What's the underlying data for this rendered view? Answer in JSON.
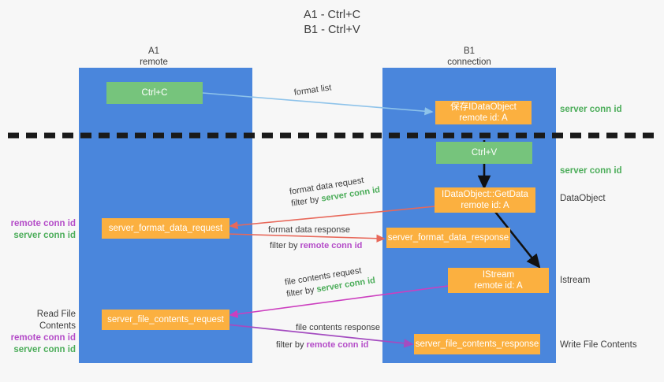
{
  "title": {
    "line1": "A1 - Ctrl+C",
    "line2": "B1 - Ctrl+V"
  },
  "lanes": [
    {
      "id": "a1",
      "name": "A1",
      "sub": "remote"
    },
    {
      "id": "b1",
      "name": "B1",
      "sub": "connection"
    }
  ],
  "nodes": [
    {
      "id": "ctrl-c",
      "label1": "Ctrl+C",
      "label2": "",
      "color": "green"
    },
    {
      "id": "idataobject-save",
      "label1": "保存IDataObject",
      "label2": "remote id: A",
      "color": "orange"
    },
    {
      "id": "ctrl-v",
      "label1": "Ctrl+V",
      "label2": "",
      "color": "green"
    },
    {
      "id": "idataobject-getdata",
      "label1": "IDataObject::GetData",
      "label2": "remote id: A",
      "color": "orange"
    },
    {
      "id": "server-format-data-request",
      "label1": "server_format_data_request",
      "label2": "",
      "color": "orange"
    },
    {
      "id": "server-format-data-response",
      "label1": "server_format_data_response",
      "label2": "",
      "color": "orange"
    },
    {
      "id": "istream",
      "label1": "IStream",
      "label2": "remote id: A",
      "color": "orange"
    },
    {
      "id": "server-file-contents-request",
      "label1": "server_file_contents_request",
      "label2": "",
      "color": "orange"
    },
    {
      "id": "server-file-contents-response",
      "label1": "server_file_contents_response",
      "label2": "",
      "color": "orange"
    }
  ],
  "right_labels": [
    {
      "id": "server-conn-id-1",
      "text": "server conn id",
      "style": "green"
    },
    {
      "id": "server-conn-id-2",
      "text": "server conn id",
      "style": "green"
    },
    {
      "id": "dataobject",
      "text": "DataObject",
      "style": "plain"
    },
    {
      "id": "istream",
      "text": "Istream",
      "style": "plain"
    },
    {
      "id": "write-file-contents",
      "text": "Write File Contents",
      "style": "plain"
    }
  ],
  "left_labels": {
    "group1": {
      "remote": "remote conn id",
      "server": "server conn id"
    },
    "group2": {
      "heading": "Read File Contents",
      "remote": "remote conn id",
      "server": "server conn id"
    }
  },
  "edge_labels": [
    {
      "id": "format-list",
      "text": "format list",
      "filter_prefix": "",
      "filter_value": "",
      "filter_style": ""
    },
    {
      "id": "format-data-request",
      "text": "format data request",
      "filter_prefix": "filter by ",
      "filter_value": "server conn id",
      "filter_style": "g"
    },
    {
      "id": "format-data-response",
      "text": "format data response",
      "filter_prefix": "filter by ",
      "filter_value": "remote conn id",
      "filter_style": "p"
    },
    {
      "id": "file-contents-request",
      "text": "file contents request",
      "filter_prefix": "filter by ",
      "filter_value": "server conn id",
      "filter_style": "g"
    },
    {
      "id": "file-contents-response",
      "text": "file contents response",
      "filter_prefix": "filter by ",
      "filter_value": "remote conn id",
      "filter_style": "p"
    }
  ],
  "colors": {
    "lane": "#4a86dc",
    "orange": "#fbb040",
    "green": "#76c47c",
    "green_text": "#4cad5a",
    "purple_text": "#b44cc8",
    "arrow_blue": "#8ec3ea",
    "arrow_red": "#e8685a",
    "arrow_magenta": "#cc3fbf",
    "arrow_purple": "#a44cc0",
    "arrow_black": "#111111"
  }
}
